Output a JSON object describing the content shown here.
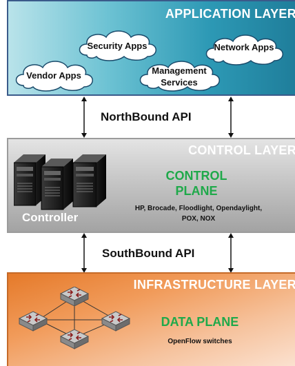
{
  "layers": {
    "application": {
      "title": "APPLICATION LAYER",
      "apps": [
        "Security Apps",
        "Network Apps",
        "Vendor Apps"
      ],
      "management": [
        "Management",
        "Services"
      ]
    },
    "control": {
      "title": "CONTROL LAYER",
      "plane": [
        "CONTROL",
        "PLANE"
      ],
      "implementations": [
        "HP, Brocade, Floodlight, Opendaylight,",
        "POX, NOX"
      ],
      "controller_label": "Controller"
    },
    "infrastructure": {
      "title": "INFRASTRUCTURE LAYER",
      "plane": "DATA PLANE",
      "devices": "OpenFlow switches"
    }
  },
  "apis": {
    "northbound": "NorthBound API",
    "southbound": "SouthBound API"
  },
  "colors": {
    "application_layer": "#2d99b5",
    "control_layer": "#bdbdbd",
    "infrastructure_layer": "#e57a2a",
    "plane_text": "#1fa94a"
  },
  "icons": {
    "controller": "server-tower-icon",
    "switch": "network-switch-icon"
  }
}
